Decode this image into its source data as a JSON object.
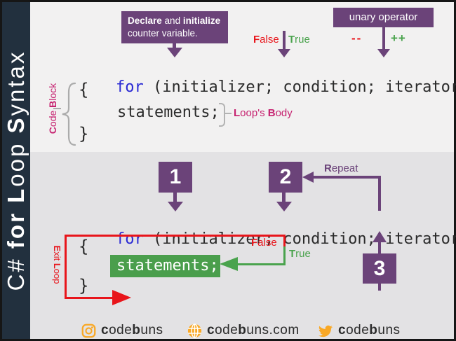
{
  "colors": {
    "purple": "#6b4379",
    "red": "#e8151b",
    "green": "#4aa34d",
    "green_box": "#4a9e4c",
    "magenta": "#c62270",
    "keyword_blue": "#2a2ad4",
    "orange": "#f9a825",
    "sidebar_bg": "#22303e",
    "top_panel_bg": "#f2f1f1",
    "bottom_panel_bg": "#e3e2e4",
    "code_text": "#2b2b2b",
    "bracket_gray": "#ababab"
  },
  "sidebar": {
    "title_prefix": "C# ",
    "title_for": "for",
    "title_space": " ",
    "title_loop_initial": "L",
    "title_loop_rest": "oop ",
    "title_syntax_initial": "S",
    "title_syntax_rest": "yntax"
  },
  "top_section": {
    "declare_callout": {
      "bold_1": "Declare",
      "connector": " and ",
      "bold_2": "initialize",
      "line_2": "counter variable."
    },
    "condition_labels": {
      "false_initial": "F",
      "false_rest": "alse",
      "true_initial": "T",
      "true_rest": "rue"
    },
    "unary_callout": {
      "label": "unary operator",
      "decrement": "--",
      "increment": "++"
    },
    "code": {
      "keyword": "for",
      "signature": " (initializer; condition; iterator)",
      "open_brace": "{",
      "body": "statements;",
      "close_brace": "}"
    },
    "code_block_label": {
      "c": "C",
      "ode": "ode ",
      "b": "B",
      "lock": "lock"
    },
    "loops_body_label": {
      "l": "L",
      "oops": "oop's ",
      "b": "B",
      "ody": "ody"
    }
  },
  "bottom_section": {
    "steps": {
      "one": "1",
      "two": "2",
      "three": "3"
    },
    "repeat_label": {
      "r": "R",
      "epeat": "epeat"
    },
    "code": {
      "keyword": "for",
      "signature": " (initializer; condition; iterator)",
      "open_brace": "{",
      "body": "statements;",
      "close_brace": "}"
    },
    "branch_labels": {
      "false_initial": "F",
      "false_rest": "alse",
      "true_initial": "T",
      "true_rest": "rue"
    },
    "exit_label": {
      "e": "E",
      "xit": "xit ",
      "l": "L",
      "oop": "oop"
    }
  },
  "footer": {
    "instagram": {
      "c": "c",
      "ode": "ode",
      "b": "b",
      "uns": "uns"
    },
    "website": {
      "c": "c",
      "ode": "ode",
      "b": "b",
      "uns": "uns.com"
    },
    "twitter": {
      "c": "c",
      "ode": "ode",
      "b": "b",
      "uns": "uns"
    }
  }
}
